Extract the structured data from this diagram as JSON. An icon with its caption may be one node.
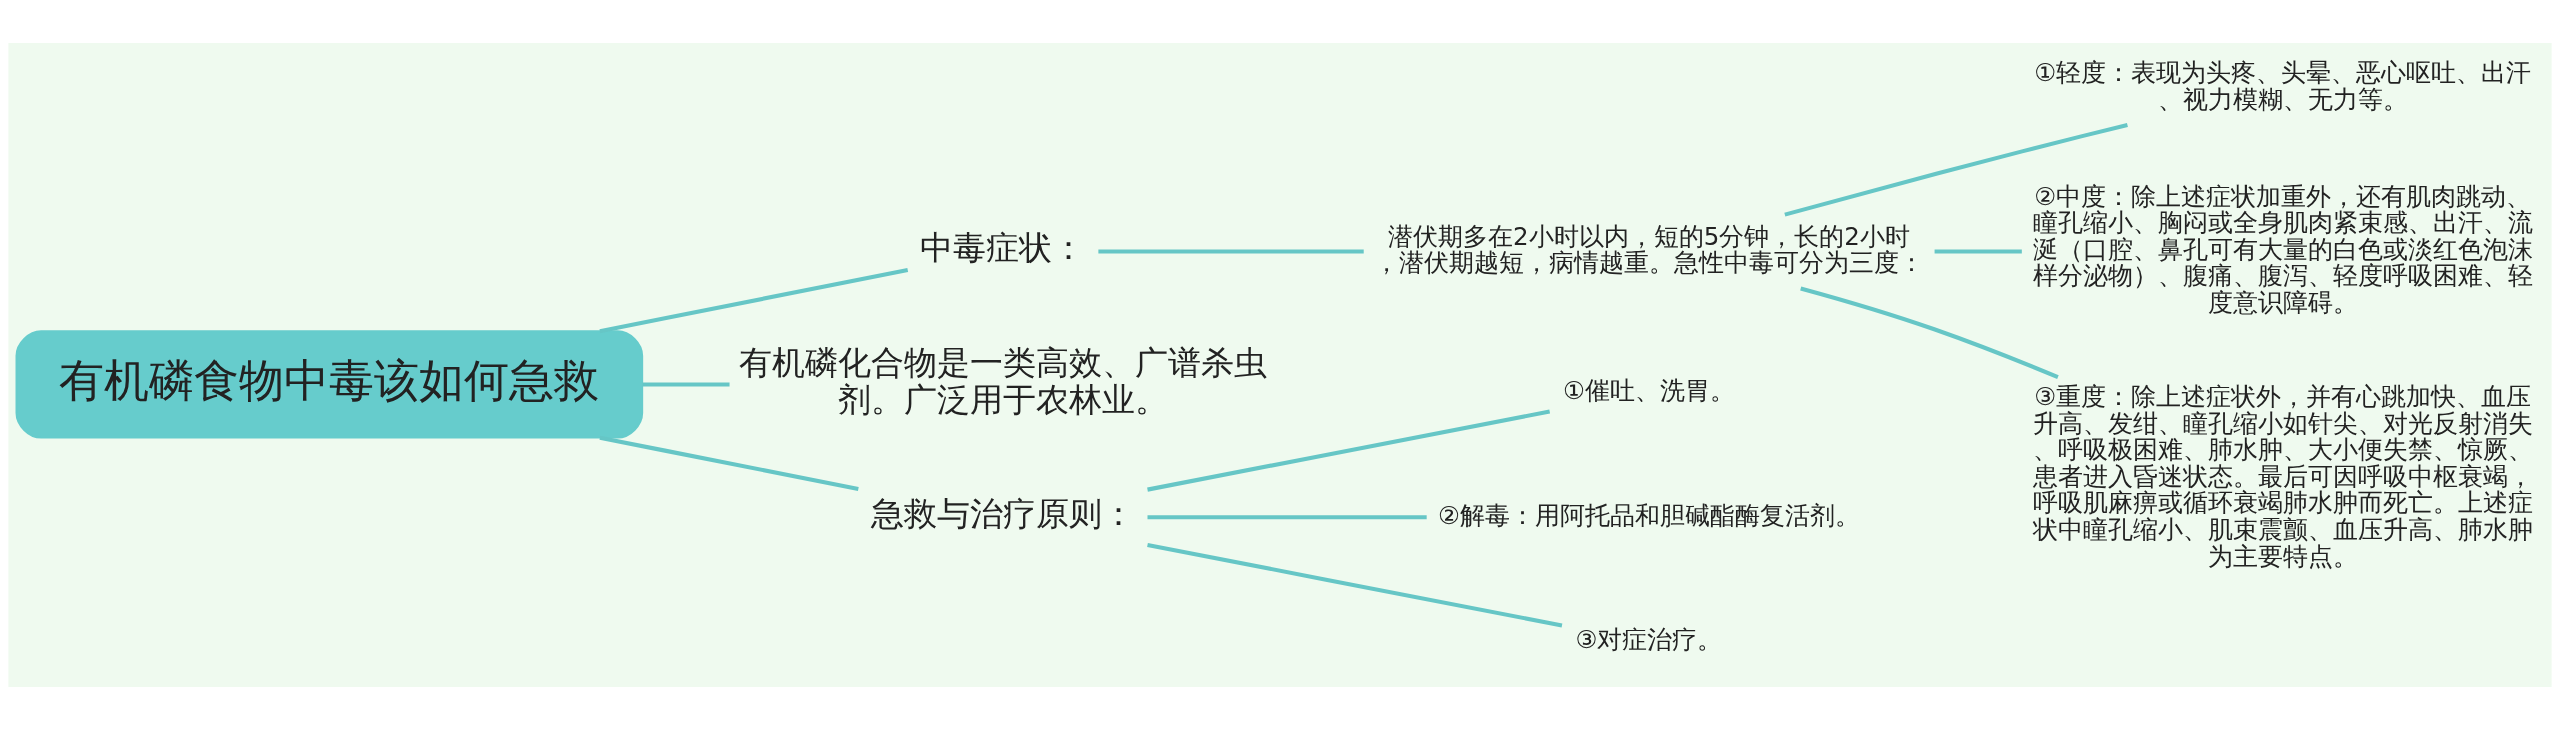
{
  "diagram": {
    "nodes": [
      {
        "text": [
          "有机磷食物中毒该如何急救"
        ]
      },
      {
        "text": [
          "中毒症状："
        ]
      },
      {
        "text": [
          "潜伏期多在2小时以内，短的5分钟，长的2小时，潜伏期越短，病情越重。急性中毒可分为三度："
        ]
      },
      {
        "text": [
          "①轻度：表现为头疼、头晕、恶心呕吐、出汗、视力模糊、无力等。"
        ]
      },
      {
        "text": [
          "②中度：除上述症状加重外，还有肌肉跳动、瞳孔缩小、胸闷或全身肌肉紧束感、出汗、流涎（口腔、鼻孔可有大量的白色或淡红色泡沫样分泌物）、腹痛、腹泻、轻度呼吸困难、轻度意识障碍。"
        ]
      },
      {
        "text": [
          "③重度：除上述症状外，并有心跳加快、血压升高、发绀、瞳孔缩小如针尖、对光反射消失、呼吸极困难、肺水肿、大小便失禁、惊厥、患者进入昏迷状态。最后可因呼吸中枢衰竭，呼吸肌麻痹或循环衰竭肺水肿而死亡。上述症状中瞳孔缩小、肌束震颤、血压升高、肺水肿为主要特点。"
        ]
      },
      {
        "text": [
          "有机磷化合物是一类高效、广谱杀虫剂。广泛用于农林业。"
        ]
      },
      {
        "text": [
          "急救与治疗原则："
        ]
      },
      {
        "text": [
          "①催吐、洗胃。"
        ]
      },
      {
        "text": [
          "②解毒：用阿托品和胆碱酯酶复活剂。"
        ]
      },
      {
        "text": [
          "③对症治疗。"
        ]
      }
    ],
    "edges": [
      {
        "from": 0,
        "to": 1,
        "arrow": "none"
      },
      {
        "from": 1,
        "to": 2,
        "arrow": "none"
      },
      {
        "from": 2,
        "to": 3,
        "arrow": "none"
      },
      {
        "from": 2,
        "to": 4,
        "arrow": "none"
      },
      {
        "from": 2,
        "to": 5,
        "arrow": "none"
      },
      {
        "from": 0,
        "to": 6,
        "arrow": "none"
      },
      {
        "from": 0,
        "to": 7,
        "arrow": "none"
      },
      {
        "from": 7,
        "to": 8,
        "arrow": "none"
      },
      {
        "from": 7,
        "to": 9,
        "arrow": "none"
      },
      {
        "from": 7,
        "to": 10,
        "arrow": "none"
      }
    ]
  }
}
